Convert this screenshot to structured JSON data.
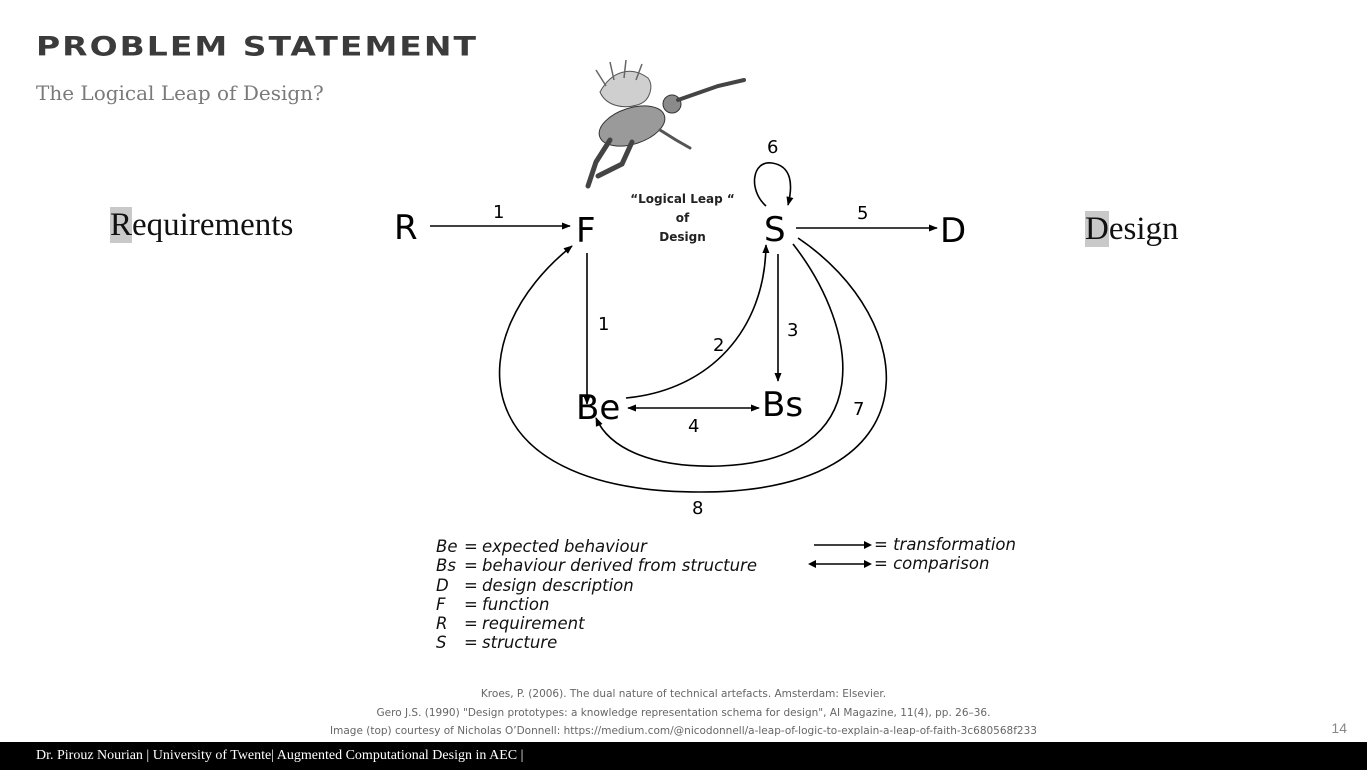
{
  "slide": {
    "title": "PROBLEM STATEMENT",
    "subtitle": "The Logical Leap of Design?",
    "page_number": "14"
  },
  "side_labels": {
    "requirements": {
      "first": "R",
      "rest": "equirements"
    },
    "design": {
      "first": "D",
      "rest": "esign"
    }
  },
  "leap_label": [
    "“Logical Leap “",
    "of",
    "Design"
  ],
  "diagram": {
    "nodes": {
      "R": "R",
      "F": "F",
      "S": "S",
      "D": "D",
      "Be": "Be",
      "Bs": "Bs"
    },
    "edge_labels": {
      "rf": "1",
      "fbe": "1",
      "bes": "2",
      "sbs": "3",
      "bebs": "4",
      "sd": "5",
      "ss": "6",
      "sbe": "7",
      "sf": "8"
    }
  },
  "legend": [
    {
      "symbol": "Be",
      "eq": "=",
      "text": "expected behaviour"
    },
    {
      "symbol": "Bs",
      "eq": "=",
      "text": "behaviour derived from structure"
    },
    {
      "symbol": "D",
      "eq": "=",
      "text": "design description"
    },
    {
      "symbol": "F",
      "eq": "=",
      "text": "function"
    },
    {
      "symbol": "R",
      "eq": "=",
      "text": "requirement"
    },
    {
      "symbol": "S",
      "eq": "=",
      "text": "structure"
    }
  ],
  "arrow_legend": [
    {
      "text": "= transformation"
    },
    {
      "text": "= comparison"
    }
  ],
  "references": [
    "Kroes, P. (2006). The dual nature of technical artefacts. Amsterdam: Elsevier.",
    "Gero J.S. (1990) \"Design prototypes: a knowledge representation schema for design\", AI Magazine, 11(4), pp. 26–36.",
    "Image (top) courtesy of Nicholas O’Donnell:  https://medium.com/@nicodonnell/a-leap-of-logic-to-explain-a-leap-of-faith-3c680568f233"
  ],
  "footer": "Dr. Pirouz Nourian | University of Twente| Augmented Computational Design in AEC |"
}
